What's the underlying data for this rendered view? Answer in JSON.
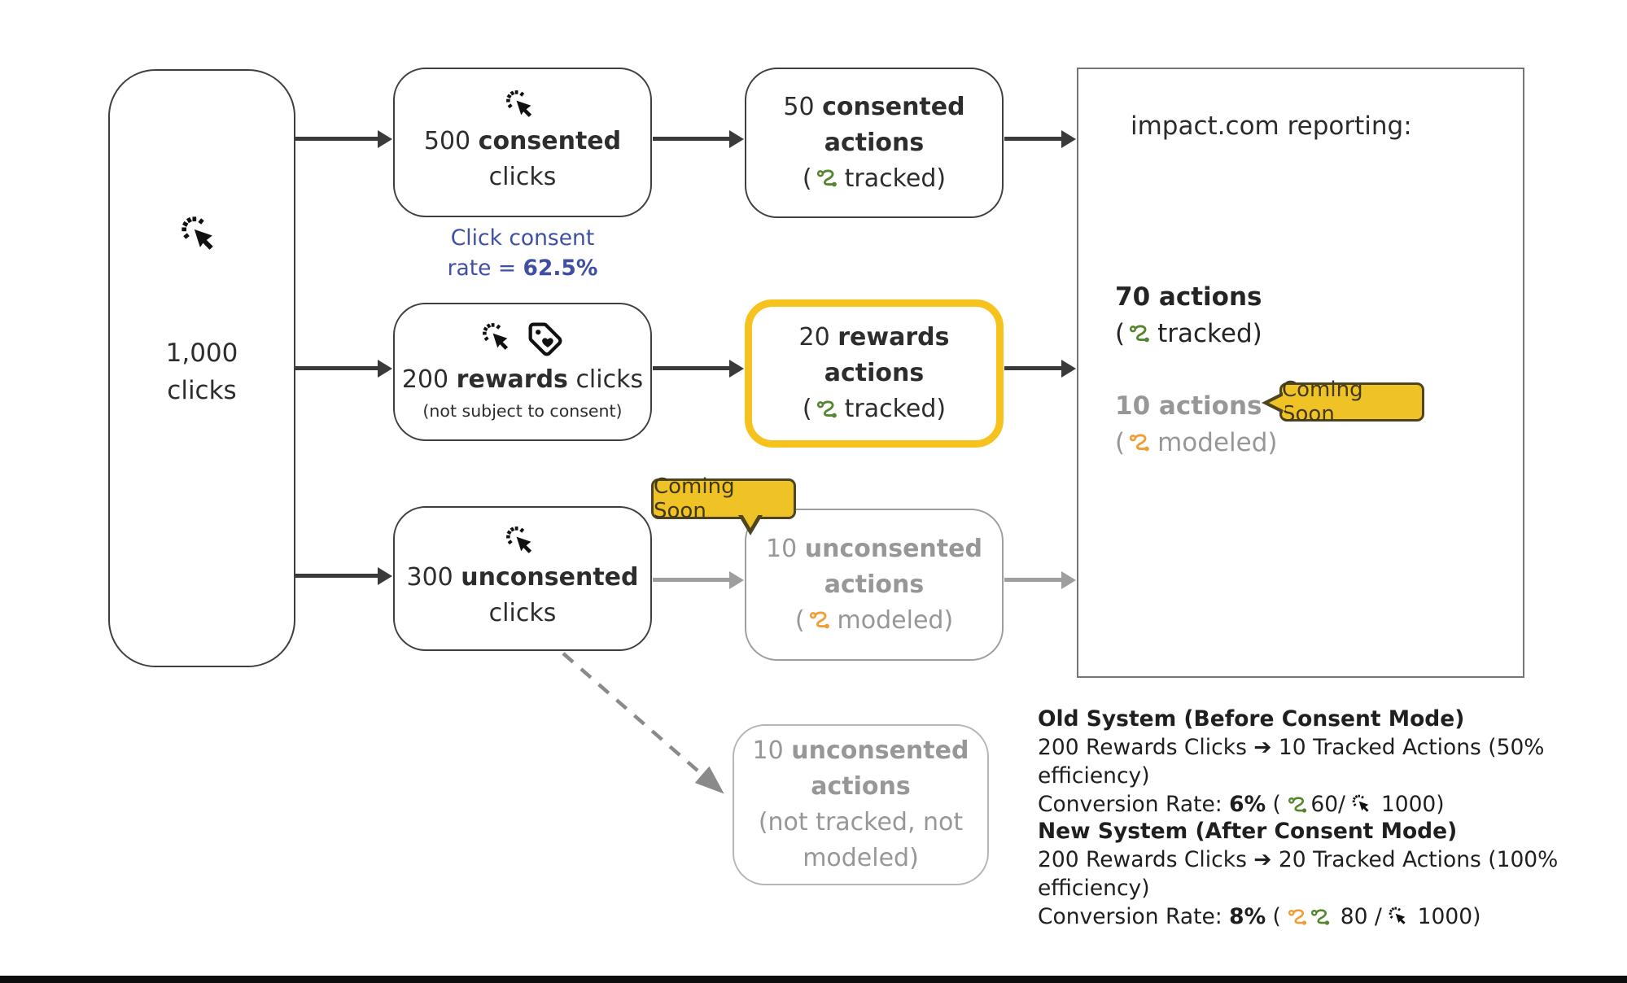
{
  "colors": {
    "ink": "#2d2d2d",
    "muted_gray": "#979797",
    "consent_blue": "#3f4fa3",
    "highlight_gold": "#f6c21e",
    "badge_fill": "#efc226",
    "badge_border": "#4d4420",
    "tracked_green": "#55862f",
    "modeled_orange": "#f09e33",
    "arrow_dark": "#3a3a3a",
    "arrow_gray": "#9e9e9e"
  },
  "icons": {
    "click": "cursor-click-icon",
    "rewards_tag": "tag-with-heart-icon",
    "tracked": "route-icon-green",
    "modeled": "route-icon-orange"
  },
  "source_box": {
    "line1": "1,000",
    "line2": "clicks"
  },
  "consent_rate": {
    "line1": "Click consent",
    "line2_prefix": "rate = ",
    "line2_value": "62.5%"
  },
  "clicks_boxes": {
    "consented": {
      "num": "500 ",
      "bold": "consented",
      "line2": "clicks"
    },
    "rewards": {
      "num": "200 ",
      "bold": "rewards",
      "rest": " clicks",
      "note": "(not subject to consent)"
    },
    "unconsented": {
      "num": "300 ",
      "bold": "unconsented",
      "line2": "clicks"
    }
  },
  "actions_boxes": {
    "consented": {
      "num": "50 ",
      "bold": "consented",
      "line2": "actions",
      "paren": "(",
      "label": "tracked)"
    },
    "rewards": {
      "num": "20 ",
      "bold": "rewards",
      "line2": "actions",
      "paren": "(",
      "label": "tracked)"
    },
    "unconsented_modeled": {
      "num": "10 ",
      "bold": "unconsented",
      "line2": "actions",
      "paren": "(",
      "label": "modeled)"
    },
    "unconsented_lost": {
      "num": "10 ",
      "bold": "unconsented",
      "line2": "actions",
      "line3": "(not tracked, not",
      "line4": "modeled)"
    }
  },
  "badge": {
    "label": "Coming Soon"
  },
  "report_panel": {
    "title": "impact.com reporting:",
    "tracked_count": "70 actions",
    "tracked_paren": "(",
    "tracked_label": "tracked)",
    "modeled_count": "10 actions",
    "modeled_paren": "(",
    "modeled_label": "modeled)"
  },
  "legend": {
    "old_title": "Old System (Before Consent Mode)",
    "old_line": "200 Rewards Clicks ➔ 10 Tracked Actions (50% efficiency)",
    "old_rate_prefix": "Conversion Rate: ",
    "old_rate_value": "6%",
    "old_rate_open": " (",
    "old_rate_mid": "60/",
    "old_rate_close": " 1000)",
    "new_title": "New System (After Consent Mode)",
    "new_line": "200 Rewards Clicks ➔ 20 Tracked Actions (100% efficiency)",
    "new_rate_prefix": "Conversion Rate: ",
    "new_rate_value": "8%",
    "new_rate_open": " ( ",
    "new_rate_mid": " 80 /",
    "new_rate_close": " 1000)"
  }
}
